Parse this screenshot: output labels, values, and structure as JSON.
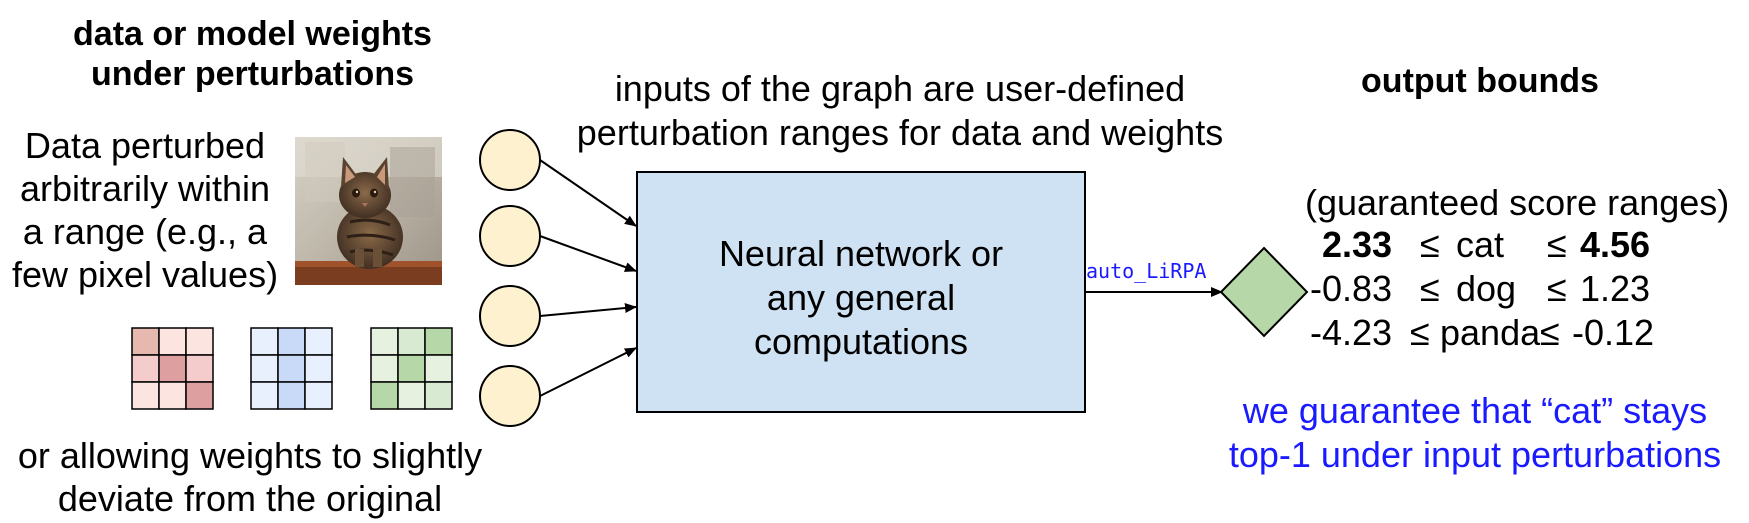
{
  "left": {
    "heading": [
      "data or model weights",
      "under perturbations"
    ],
    "data_caption": [
      "Data perturbed",
      "arbitrarily within",
      "a range (e.g., a",
      "few pixel values)"
    ],
    "weights_caption": [
      "or allowing weights to slightly",
      "deviate from the original"
    ]
  },
  "middle": {
    "inputs_caption": [
      "inputs of the graph are user-defined",
      "perturbation ranges for data and weights"
    ],
    "box_label": [
      "Neural network or",
      "any general",
      "computations"
    ],
    "arrow_label": "auto_LiRPA"
  },
  "right": {
    "heading": "output bounds",
    "subtitle": "(guaranteed score ranges)",
    "bounds": [
      {
        "lower": "2.33",
        "le1": "≤",
        "class": "cat",
        "le2": "≤",
        "upper": "4.56",
        "bold": true
      },
      {
        "lower": "-0.83",
        "le1": "≤",
        "class": "dog",
        "le2": "≤",
        "upper": "1.23",
        "bold": false
      },
      {
        "lower": "-4.23",
        "le1": "≤",
        "class": "panda",
        "le2": "≤",
        "upper": "-0.12",
        "bold": false
      }
    ],
    "guarantee": [
      "we guarantee that “cat” stays",
      "top-1 under input perturbations"
    ]
  },
  "colors": {
    "input_node_fill": "#fdf1cf",
    "box_fill": "#cfe2f3",
    "output_fill": "#b6d7a8",
    "guarantee_text": "#1a1aff",
    "arrow_label": "#1a1aff",
    "grid_red": [
      "#f4cccc",
      "#e6b8af",
      "#fce5e0",
      "#dd9f9f"
    ],
    "grid_blue": [
      "#e7f0fc",
      "#c9daf8",
      "#a4c2f4"
    ],
    "grid_green": [
      "#e6f2df",
      "#b6d7a8",
      "#d9ead3"
    ]
  },
  "icons": {
    "image": "cat-photo",
    "weight_matrices": [
      "red-weight-grid",
      "blue-weight-grid",
      "green-weight-grid"
    ]
  }
}
